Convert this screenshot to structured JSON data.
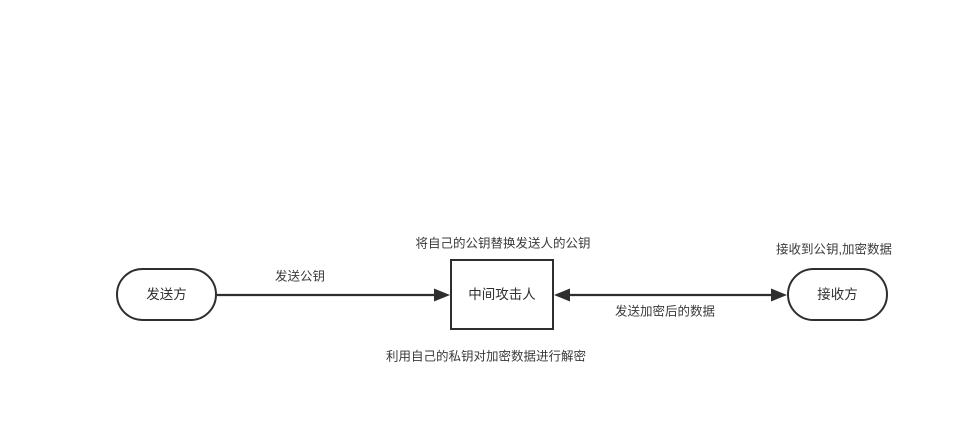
{
  "diagram": {
    "background_color": "#ffffff",
    "stroke_color": "#2e2e2e",
    "text_color": "#3a3a3a",
    "nodes": [
      {
        "id": "sender",
        "label": "发送方",
        "shape": "pill"
      },
      {
        "id": "attacker",
        "label": "中间攻击人",
        "shape": "rectangle"
      },
      {
        "id": "receiver",
        "label": "接收方",
        "shape": "pill"
      }
    ],
    "edges": [
      {
        "id": "sender-to-attacker",
        "from": "sender",
        "to": "attacker",
        "label": "发送公钥",
        "direction": "forward",
        "label_position": "above"
      },
      {
        "id": "attacker-to-receiver",
        "from": "attacker",
        "to": "receiver",
        "label": "发送加密后的数据",
        "direction": "both",
        "label_position": "below"
      }
    ],
    "annotations": [
      {
        "id": "attacker-top-note",
        "text": "将自己的公钥替换发送人的公钥"
      },
      {
        "id": "attacker-bottom-note",
        "text": "利用自己的私钥对加密数据进行解密"
      },
      {
        "id": "receiver-top-note",
        "text": "接收到公钥,加密数据"
      }
    ]
  }
}
